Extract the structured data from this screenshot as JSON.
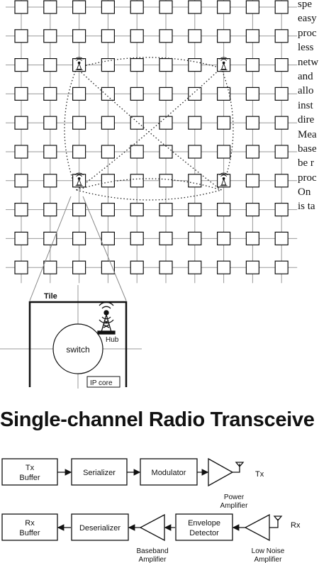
{
  "side_text": {
    "lines": [
      "spe",
      "easy",
      "proc",
      "less",
      "netw",
      "and",
      "allo",
      "inst",
      "dire",
      "Mea",
      "base",
      "be r",
      "proc",
      "On",
      "is ta"
    ]
  },
  "tile": {
    "title": "Tile",
    "switch_label": "switch",
    "hub_label": "Hub",
    "ip_core_label": "IP core"
  },
  "section_title": "Single-channel Radio Transceive",
  "transceiver": {
    "tx_buffer": [
      "Tx",
      "Buffer"
    ],
    "serializer": "Serializer",
    "modulator": "Modulator",
    "power_amplifier": [
      "Power",
      "Amplifier"
    ],
    "tx_label": "Tx",
    "rx_buffer": [
      "Rx",
      "Buffer"
    ],
    "deserializer": "Deserializer",
    "baseband_amplifier": [
      "Baseband",
      "Amplifier"
    ],
    "envelope_detector": [
      "Envelope",
      "Detector"
    ],
    "low_noise_amplifier": [
      "Low Noise",
      "Amplifier"
    ],
    "rx_label": "Rx"
  }
}
